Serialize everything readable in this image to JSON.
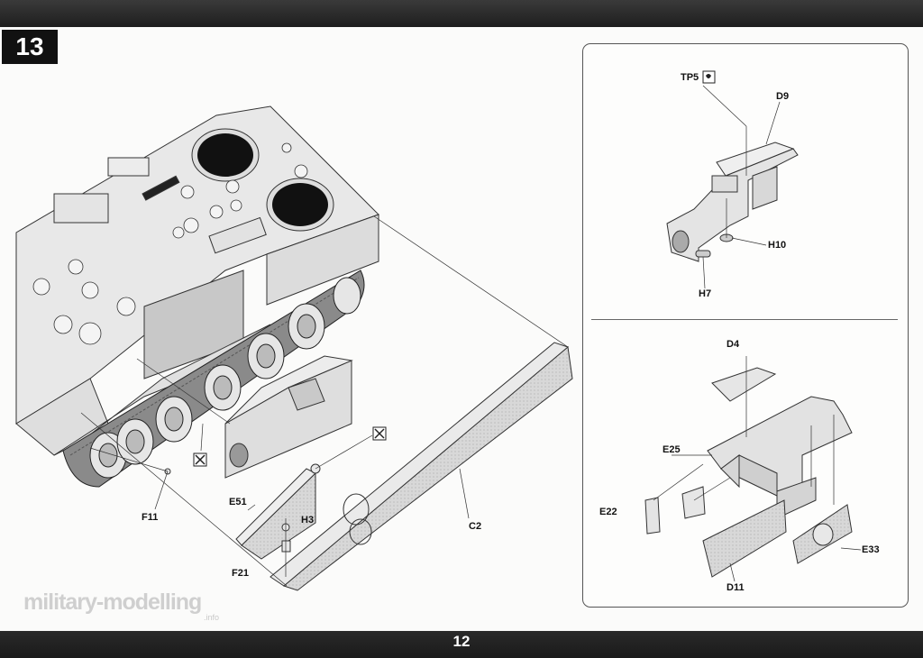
{
  "step_number": "13",
  "page_number": "12",
  "watermark": {
    "text": "military-modelling",
    "suffix": ".info"
  },
  "labels": {
    "f11": "F11",
    "e51": "E51",
    "h3": "H3",
    "f21": "F21",
    "c2": "C2",
    "tp5": "TP5",
    "d9": "D9",
    "h10": "H10",
    "h7": "H7",
    "d4": "D4",
    "e25": "E25",
    "e22": "E22",
    "e33": "E33",
    "d11": "D11"
  },
  "icons": {
    "glue": "glue-bottle-icon",
    "no_glue": "crossed-glue-icon",
    "photo_etch": "photo-etch-icon"
  }
}
